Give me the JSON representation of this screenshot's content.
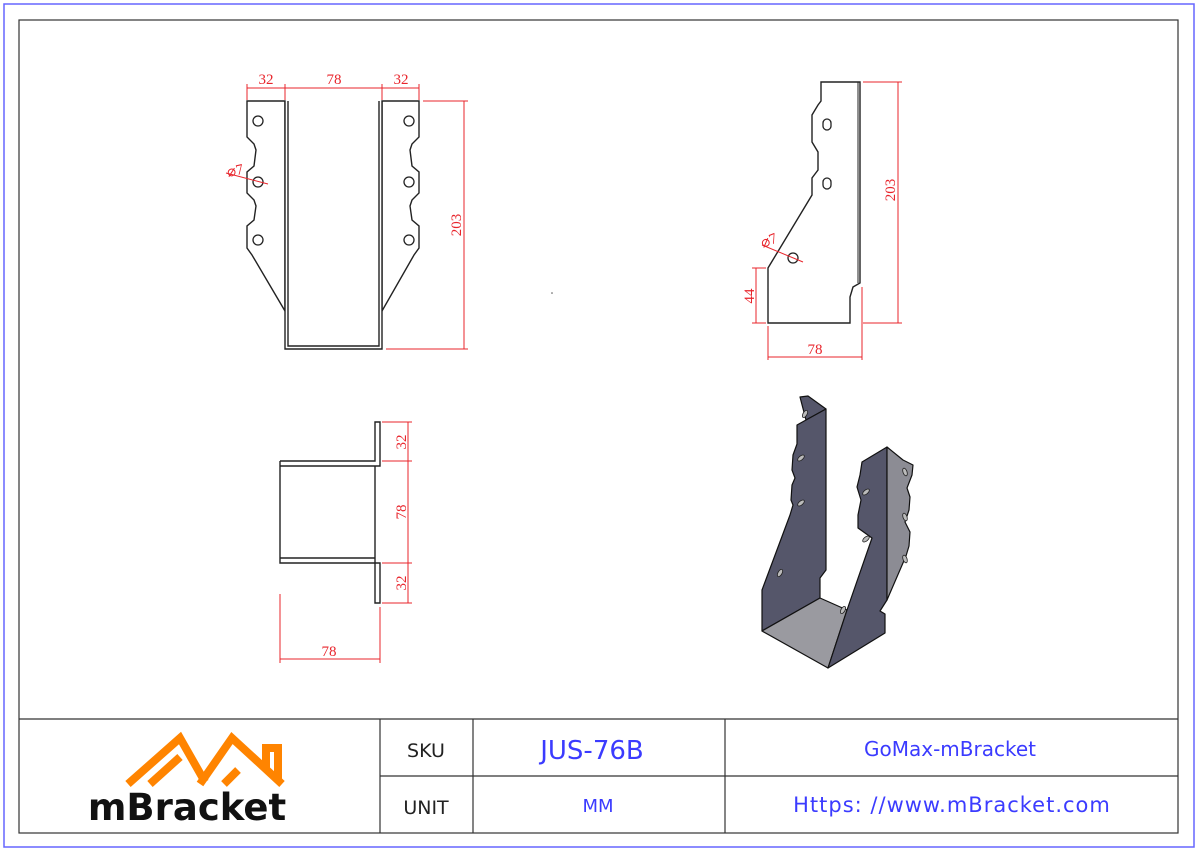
{
  "drawing": {
    "front_view": {
      "dim_left_flange": "32",
      "dim_width": "78",
      "dim_right_flange": "32",
      "dim_height": "203",
      "dim_hole": "⌀7"
    },
    "side_view": {
      "dim_height": "203",
      "dim_bottom": "44",
      "dim_depth": "78",
      "dim_hole": "⌀7"
    },
    "top_view": {
      "dim_flange_top": "32",
      "dim_width": "78",
      "dim_flange_bottom": "32",
      "dim_depth": "78"
    },
    "colors": {
      "dimension": "#e8242b",
      "frame": "#4444ee",
      "part_shade": "#55566a",
      "logo_orange": "#ff8400"
    }
  },
  "title_block": {
    "logo_text": "mBracket",
    "sku_label": "SKU",
    "sku_value": "JUS-76B",
    "unit_label": "UNIT",
    "unit_value": "MM",
    "company": "GoMax-mBracket",
    "website": "Https: //www.mBracket.com"
  }
}
